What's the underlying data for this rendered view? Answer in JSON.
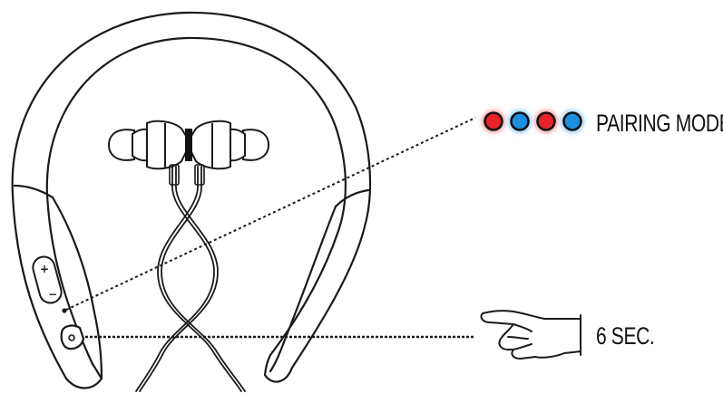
{
  "labels": {
    "pairing_mode": "PAIRING MODE",
    "hold_duration": "6 SEC."
  },
  "led_sequence": [
    {
      "color": "red",
      "hex": "#e8232b",
      "glow": "#ff8a8f"
    },
    {
      "color": "blue",
      "hex": "#1e8fe0",
      "glow": "#7cc6ff"
    },
    {
      "color": "red",
      "hex": "#e8232b",
      "glow": "#ff8a8f"
    },
    {
      "color": "blue",
      "hex": "#1e8fe0",
      "glow": "#7cc6ff"
    }
  ],
  "button_symbols": {
    "volume_up": "+",
    "volume_down": "−"
  },
  "colors": {
    "line_art": "#1a1a1a",
    "background": "#ffffff"
  }
}
